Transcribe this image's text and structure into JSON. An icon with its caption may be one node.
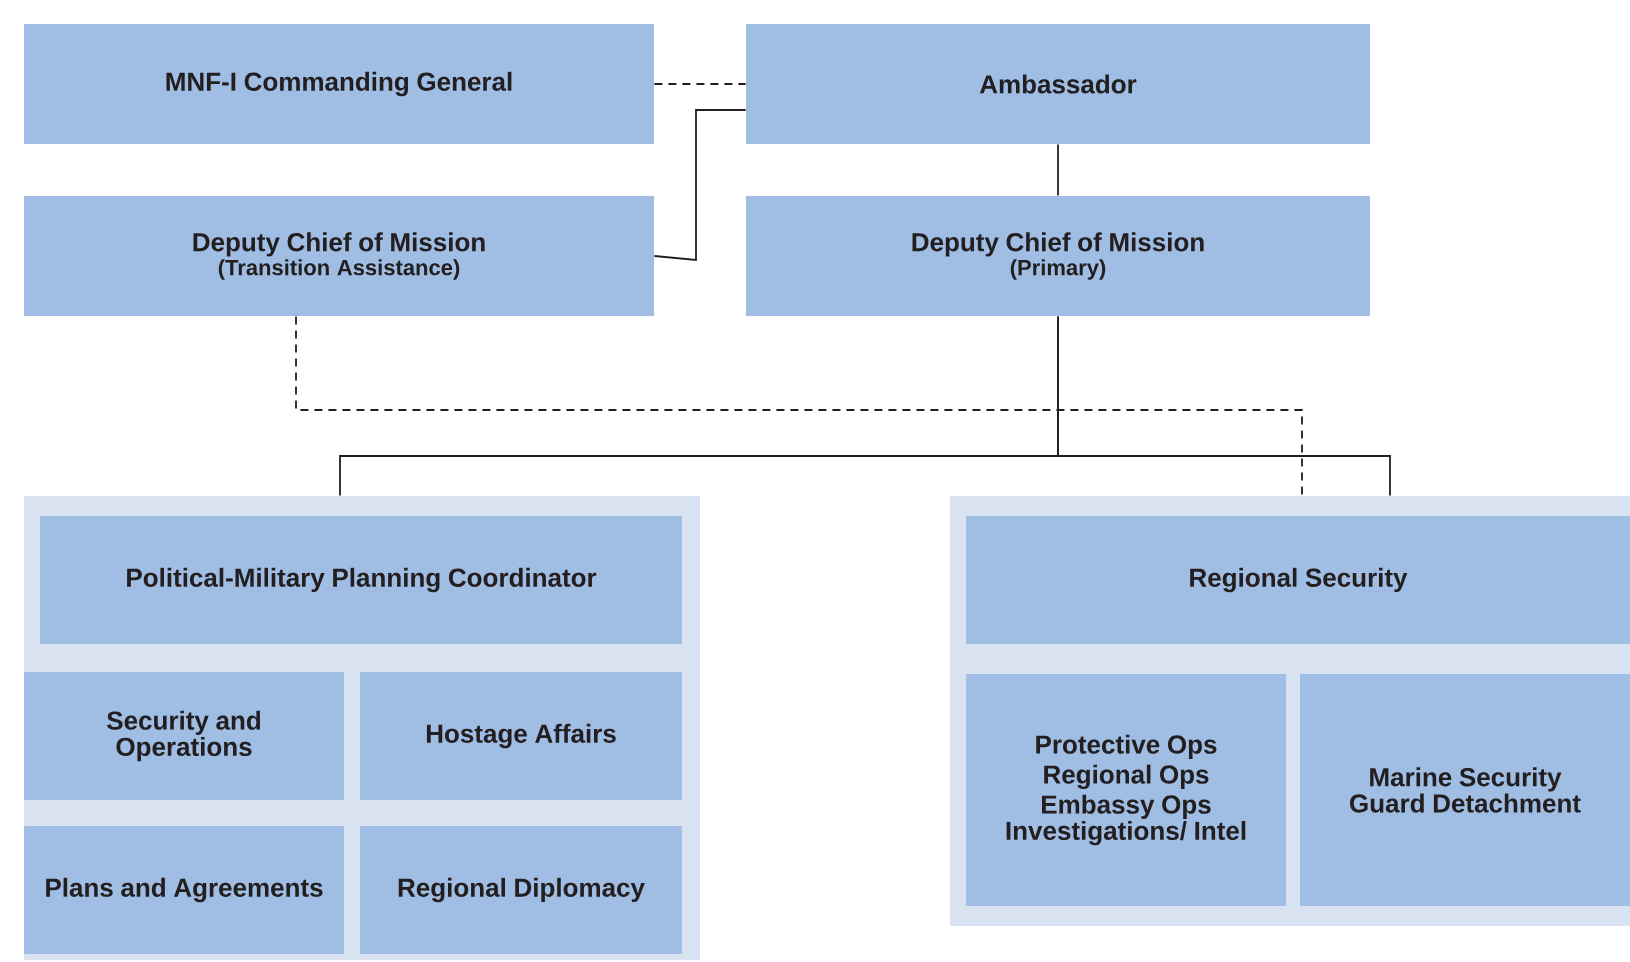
{
  "diagram": {
    "nodes": [
      {
        "text": [
          "MNF-I Commanding General"
        ]
      },
      {
        "text": [
          "Ambassador"
        ]
      },
      {
        "text": [
          "Deputy Chief of Mission",
          "(Transition Assistance)"
        ]
      },
      {
        "text": [
          "Deputy Chief of Mission",
          "(Primary)"
        ]
      },
      {
        "text": [],
        "shape": "box"
      },
      {
        "text": [
          "Political-Military Planning Coordinator"
        ],
        "in": 4
      },
      {
        "text": [
          "Security and Operations"
        ],
        "in": 4
      },
      {
        "text": [
          "Hostage Affairs"
        ],
        "in": 4
      },
      {
        "text": [
          "Plans and Agreements"
        ],
        "in": 4
      },
      {
        "text": [
          "Regional Diplomacy"
        ],
        "in": 4
      },
      {
        "text": [],
        "shape": "box"
      },
      {
        "text": [
          "Regional Security"
        ],
        "in": 10
      },
      {
        "text": [
          "Protective Ops",
          "Regional Ops",
          "Embassy Ops",
          "Investigations/ Intel"
        ],
        "in": 10
      },
      {
        "text": [
          "Marine Security Guard Detachment"
        ],
        "in": 10
      }
    ],
    "edges": [
      {
        "from": 0,
        "to": 1,
        "arrow": "none",
        "style": "dashed"
      },
      {
        "from": 1,
        "to": 2,
        "arrow": "none"
      },
      {
        "from": 1,
        "to": 3,
        "arrow": "none"
      },
      {
        "from": 3,
        "to": 4,
        "arrow": "none"
      },
      {
        "from": 3,
        "to": 10,
        "arrow": "none"
      },
      {
        "from": 2,
        "to": 10,
        "arrow": "none",
        "style": "dashed"
      }
    ]
  }
}
